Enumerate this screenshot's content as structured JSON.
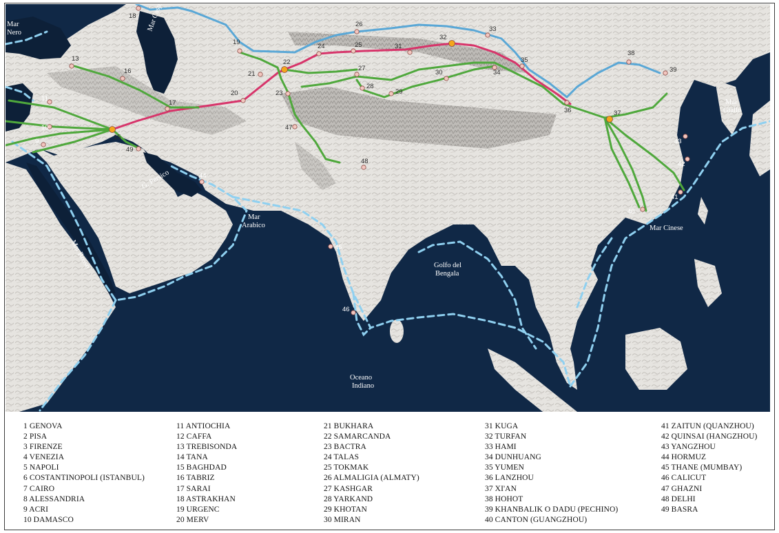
{
  "colors": {
    "sea": "#0e2540",
    "sea_deep": "#0a1c33",
    "land": "#e8e6e2",
    "land_shade": "#c9c6c1",
    "mountain": "#a9a6a2",
    "silk_red": "#d7346a",
    "route_green": "#4fa83c",
    "route_blue": "#59a7d6",
    "sea_route": "#8fd0f0",
    "city_dot": "#f3c7c0",
    "capital_dot": "#f4a61b",
    "label_sea": "#ffffff",
    "label_dark": "#2a2a2a"
  },
  "sea_labels": [
    {
      "id": "mar-nero",
      "text": "Mar\nNero"
    },
    {
      "id": "mar-caspio",
      "text": "Mar Caspio"
    },
    {
      "id": "g-persico",
      "text": "G. Persico"
    },
    {
      "id": "mar-arabico",
      "text": "Mar\nArabico"
    },
    {
      "id": "mar-rosso",
      "text": "Mar Rosso"
    },
    {
      "id": "golfo-bengala",
      "text": "Golfo del\nBengala"
    },
    {
      "id": "oceano-indiano",
      "text": "Oceano\nIndiano"
    },
    {
      "id": "mar-cinese",
      "text": "Mar Cinese"
    },
    {
      "id": "mar-giallo",
      "text": "Mar\nGiallo"
    }
  ],
  "map_markers": [
    "9",
    "10",
    "11",
    "13",
    "15",
    "16",
    "17",
    "18",
    "19",
    "20",
    "21",
    "22",
    "23",
    "24",
    "25",
    "26",
    "27",
    "28",
    "29",
    "30",
    "31",
    "32",
    "33",
    "34",
    "35",
    "36",
    "37",
    "38",
    "39",
    "40",
    "41",
    "42",
    "43",
    "44",
    "45",
    "46",
    "47",
    "48",
    "49"
  ],
  "legend_columns": [
    [
      "1 GENOVA",
      "2 PISA",
      "3 FIRENZE",
      "4 VENEZIA",
      "5 NAPOLI",
      "6 COSTANTINOPOLI (ISTANBUL)",
      "7 CAIRO",
      "8 ALESSANDRIA",
      "9 ACRI",
      "10 DAMASCO"
    ],
    [
      "11 ANTIOCHIA",
      "12 CAFFA",
      "13 TREBISONDA",
      "14 TANA",
      "15 BAGHDAD",
      "16 TABRIZ",
      "17 SARAI",
      "18 ASTRAKHAN",
      "19 URGENC",
      "20 MERV"
    ],
    [
      "21 BUKHARA",
      "22 SAMARCANDA",
      "23 BACTRA",
      "24 TALAS",
      "25 TOKMAK",
      "26 ALMALIGIA (ALMATY)",
      "27 KASHGAR",
      "28 YARKAND",
      "29 KHOTAN",
      "30 MIRAN"
    ],
    [
      "31 KUGA",
      "32 TURFAN",
      "33 HAMI",
      "34 DUNHUANG",
      "35 YUMEN",
      "36 LANZHOU",
      "37 XI'AN",
      "38 HOHOT",
      "39 KHANBALIK O DADU (PECHINO)",
      "40 CANTON (GUANGZHOU)"
    ],
    [
      "41 ZAITUN (QUANZHOU)",
      "42 QUINSAI (HANGZHOU)",
      "43 YANGZHOU",
      "44 HORMUZ",
      "45 THANE (MUMBAY)",
      "46 CALICUT",
      "47 GHAZNI",
      "48 DELHI",
      "49 BASRA"
    ]
  ]
}
